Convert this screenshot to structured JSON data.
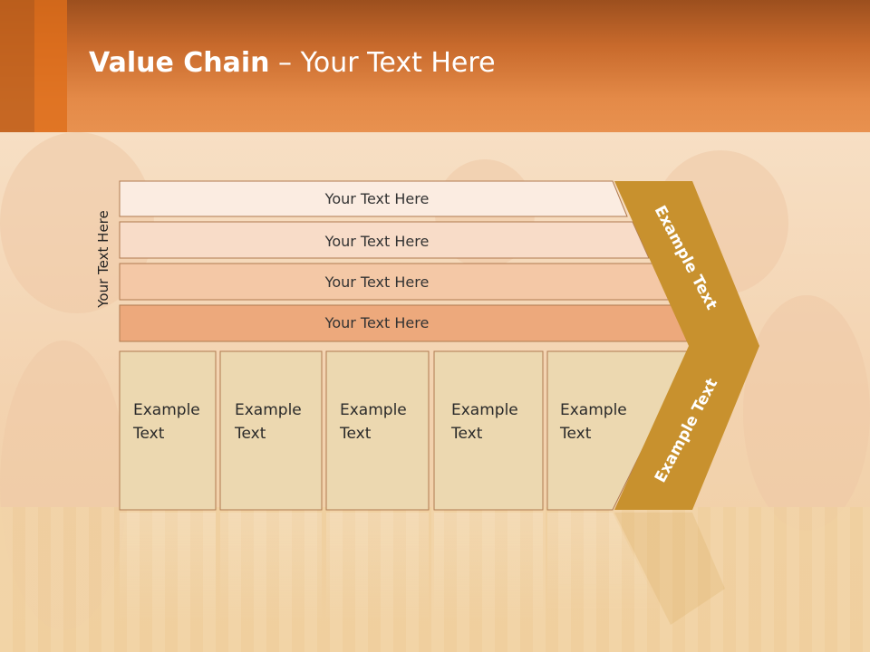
{
  "title": {
    "bold": "Value Chain",
    "rest": " – Your Text Here"
  },
  "side_label": "Your Text Here",
  "rows": [
    {
      "label": "Your Text Here",
      "fill": "#fbece1"
    },
    {
      "label": "Your Text Here",
      "fill": "#f8dcc8"
    },
    {
      "label": "Your Text Here",
      "fill": "#f4c8a6"
    },
    {
      "label": "Your Text Here",
      "fill": "#eda97c"
    }
  ],
  "boxes": [
    {
      "label": "Example Text"
    },
    {
      "label": "Example Text"
    },
    {
      "label": "Example Text"
    },
    {
      "label": "Example Text"
    },
    {
      "label": "Example Text"
    }
  ],
  "chevron": {
    "top_label": "Example Text",
    "bottom_label": "Example Text",
    "color": "#c8912e"
  },
  "colors": {
    "box_fill": "#ecd8b0",
    "outline": "#b07a50",
    "header": "#e48a48"
  }
}
